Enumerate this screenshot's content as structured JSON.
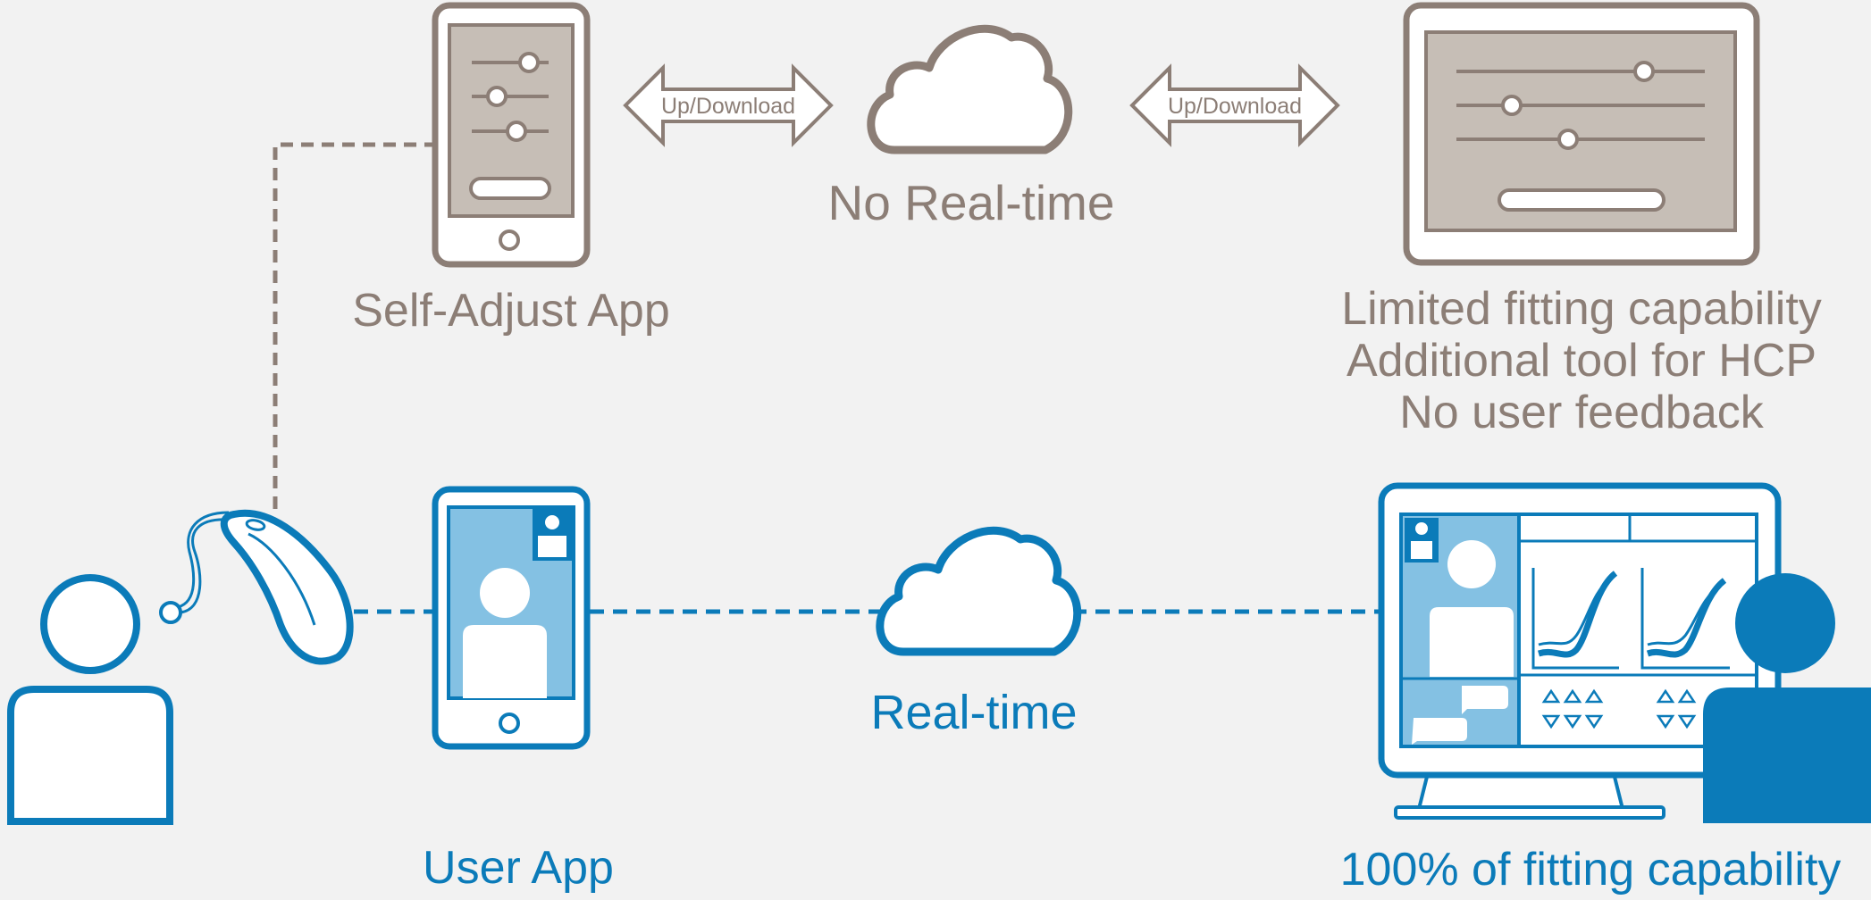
{
  "colors": {
    "background": "#f2f2f2",
    "grey": "#8c7e76",
    "grey_fill": "#c6beb6",
    "blue": "#0b7bb9",
    "light_blue": "#84c1e3"
  },
  "top_row": {
    "app_label": "Self-Adjust App",
    "arrow_left_label": "Up/Download",
    "arrow_right_label": "Up/Download",
    "cloud_label": "No Real-time",
    "notes": [
      "Limited fitting capability",
      "Additional tool for HCP",
      "No user feedback"
    ]
  },
  "bottom_row": {
    "app_label": "User App",
    "cloud_label": "Real-time",
    "capability_label": "100% of fitting capability"
  },
  "icons": {
    "user": "user-person-icon",
    "hearing_aid": "hearing-aid-icon",
    "self_adjust_phone": "smartphone-sliders-icon",
    "user_phone": "smartphone-video-call-icon",
    "cloud_top": "cloud-icon",
    "cloud_bottom": "cloud-icon",
    "fitting_tablet": "tablet-sliders-icon",
    "fitting_monitor": "monitor-fitting-software-icon",
    "hcp": "hcp-person-icon"
  }
}
